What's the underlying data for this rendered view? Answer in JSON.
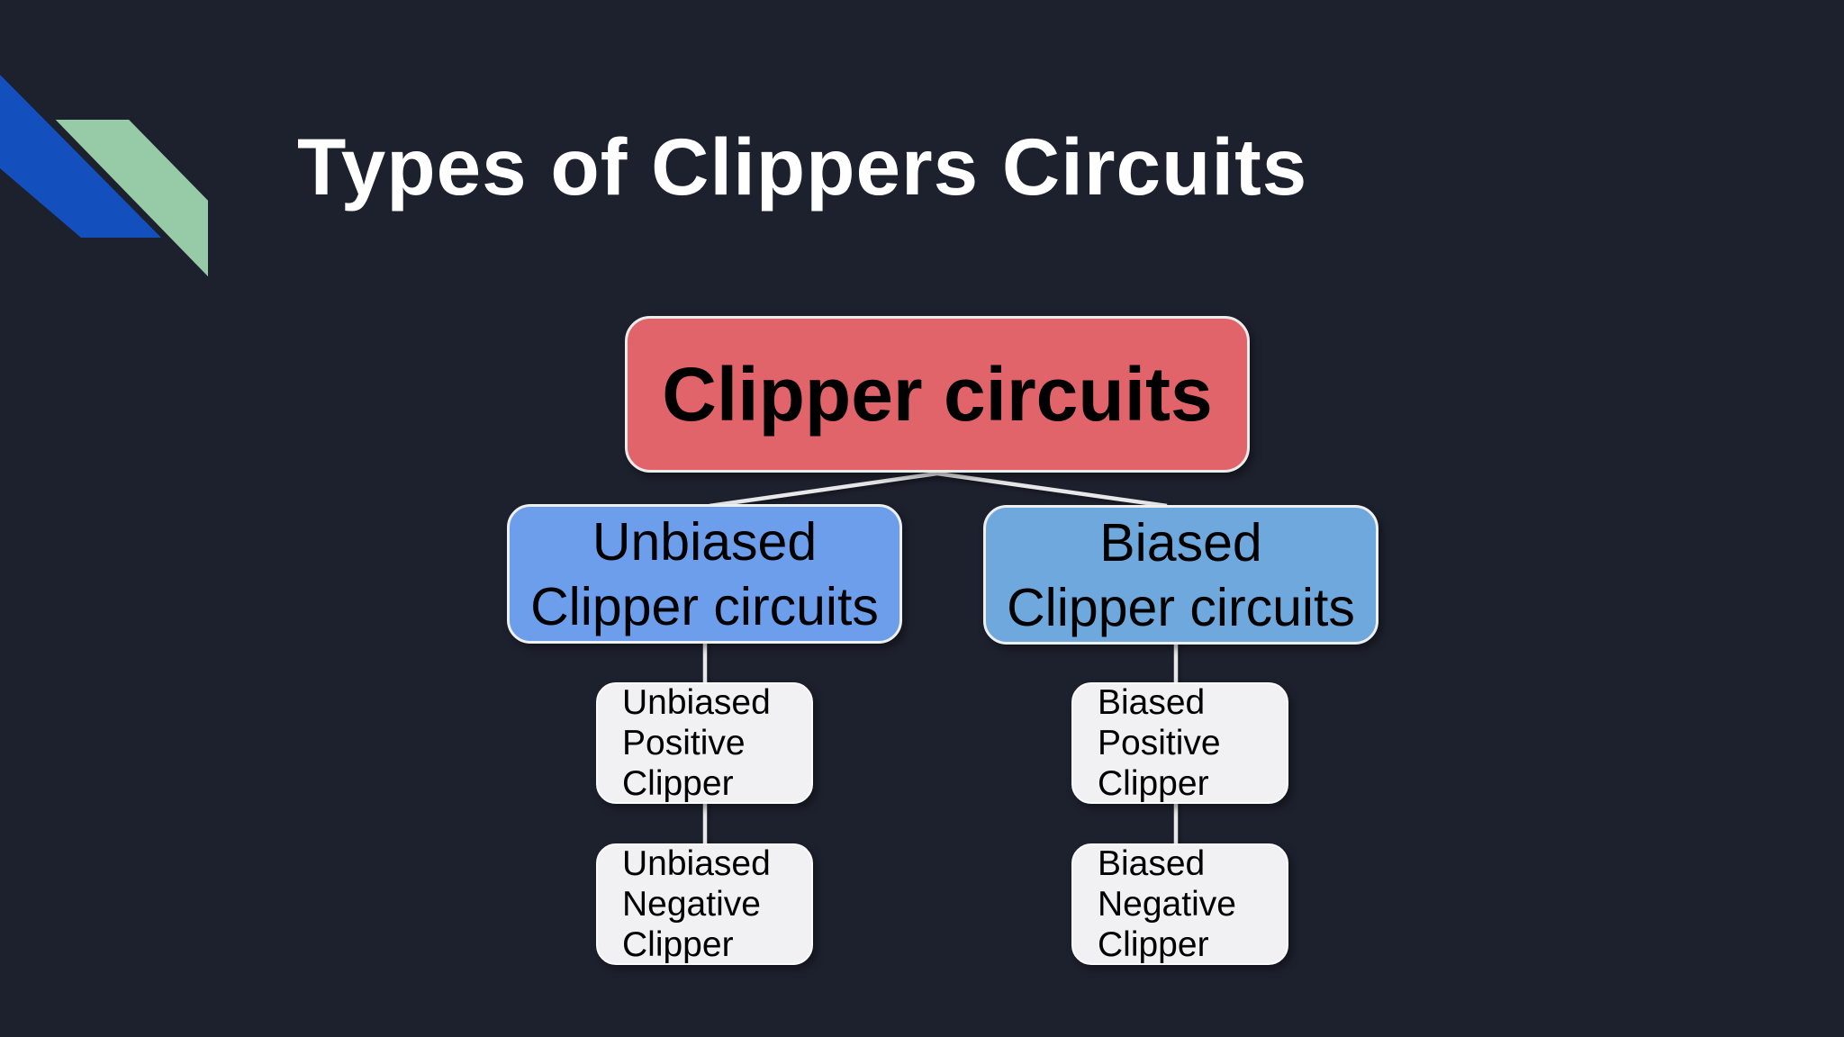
{
  "slide": {
    "title": "Types of Clippers Circuits",
    "colors": {
      "background": "#1d212e",
      "title_text": "#ffffff",
      "decoration_blue": "#1450bd",
      "decoration_green": "#97cba8",
      "connector": "#e8e8ea",
      "node_text": "#000000"
    }
  },
  "diagram": {
    "root": {
      "label": "Clipper circuits",
      "fill": "#e06469"
    },
    "branches": [
      {
        "lines": [
          "Unbiased",
          "Clipper circuits"
        ],
        "fill": "#6d9eeb"
      },
      {
        "lines": [
          "Biased",
          "Clipper circuits"
        ],
        "fill": "#6fa8dc"
      }
    ],
    "leaves": [
      {
        "lines": [
          "Unbiased",
          "Positive",
          "Clipper"
        ],
        "fill": "#f1f1f3"
      },
      {
        "lines": [
          "Unbiased",
          "Negative",
          "Clipper"
        ],
        "fill": "#f1f1f3"
      },
      {
        "lines": [
          "Biased",
          "Positive",
          "Clipper"
        ],
        "fill": "#f1f1f3"
      },
      {
        "lines": [
          "Biased",
          "Negative",
          "Clipper"
        ],
        "fill": "#f1f1f3"
      }
    ]
  }
}
